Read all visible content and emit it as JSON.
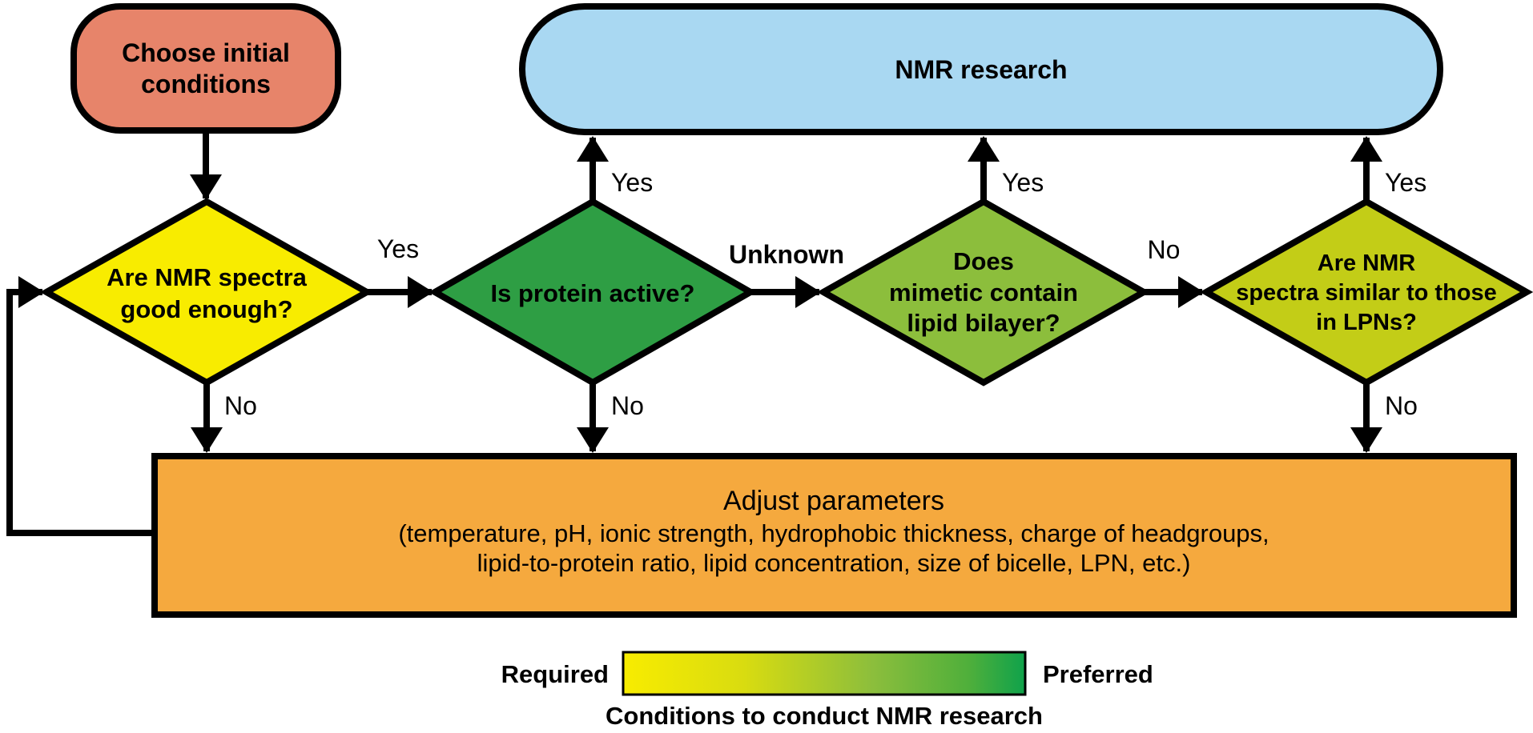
{
  "nodes": {
    "start": {
      "line1": "Choose initial",
      "line2": "conditions",
      "fill": "#E7846A"
    },
    "nmr_research": {
      "label": "NMR research",
      "fill": "#A9D8F2"
    },
    "spectra_good_enough": {
      "line1": "Are NMR spectra",
      "line2": "good enough?",
      "fill": "#F8EC00"
    },
    "protein_active": {
      "label": "Is protein active?",
      "fill": "#2E9E44"
    },
    "mimetic_bilayer": {
      "line1": "Does",
      "line2": "mimetic contain",
      "line3": "lipid bilayer?",
      "fill": "#8CBE3C"
    },
    "spectra_similar_lpn": {
      "line1": "Are NMR",
      "line2": "spectra similar to those",
      "line3": "in LPNs?",
      "fill": "#C3CD17"
    },
    "adjust_parameters": {
      "line1": "Adjust parameters",
      "line2": "(temperature, pH, ionic strength, hydrophobic thickness, charge of headgroups,",
      "line3": "lipid-to-protein ratio, lipid concentration, size of bicelle, LPN, etc.)",
      "fill": "#F5A93E"
    }
  },
  "edge_labels": {
    "spectra_yes": "Yes",
    "spectra_no": "No",
    "protein_yes": "Yes",
    "protein_unknown": "Unknown",
    "protein_no": "No",
    "mimetic_yes": "Yes",
    "mimetic_no": "No",
    "similar_yes": "Yes",
    "similar_no": "No"
  },
  "legend": {
    "required": "Required",
    "preferred": "Preferred",
    "caption": "Conditions to conduct NMR research",
    "gradient_start": "#F8EC00",
    "gradient_mid": "#8CBE3C",
    "gradient_end": "#0FA24B"
  },
  "line_color": "#000000"
}
